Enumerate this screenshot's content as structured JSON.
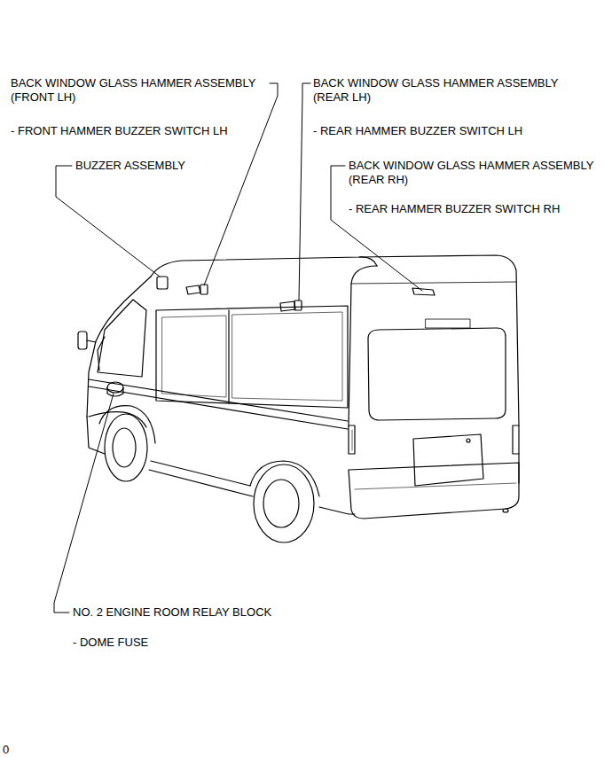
{
  "diagram": {
    "labels": [
      "BACK WINDOW GLASS HAMMER ASSEMBLY (FRONT LH)",
      "- FRONT HAMMER BUZZER SWITCH LH",
      "BUZZER ASSEMBLY",
      "BACK WINDOW GLASS HAMMER ASSEMBLY (REAR LH)",
      "- REAR HAMMER BUZZER SWITCH LH",
      "BACK WINDOW GLASS HAMMER ASSEMBLY (REAR RH)",
      "- REAR HAMMER BUZZER SWITCH RH",
      "NO. 2 ENGINE ROOM RELAY BLOCK",
      "- DOME FUSE",
      "0"
    ]
  }
}
